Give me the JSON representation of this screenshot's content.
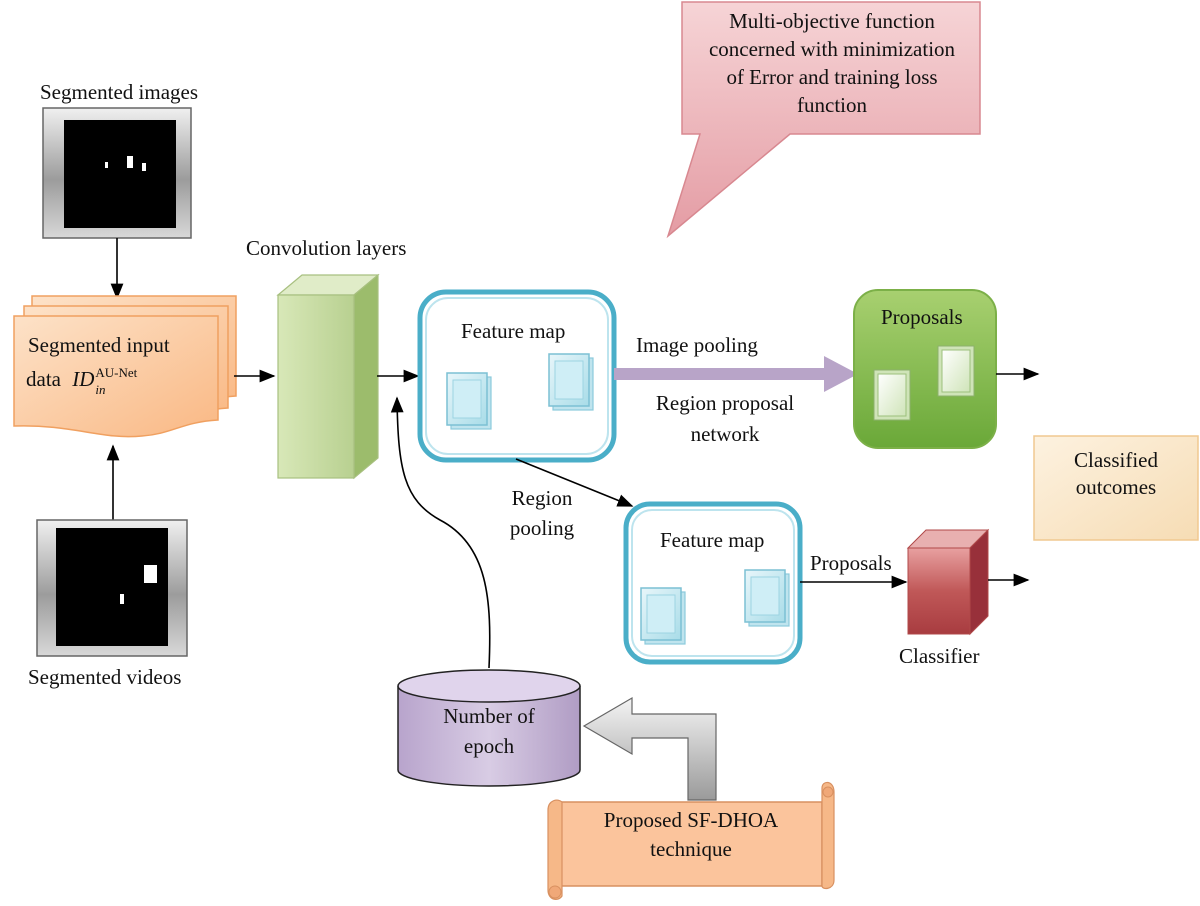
{
  "segmented_images_label": "Segmented images",
  "segmented_videos_label": "Segmented videos",
  "input_data": {
    "line1": "Segmented input",
    "line2_prefix": "data",
    "symbol": "ID",
    "subscript": "in",
    "superscript": "AU-Net"
  },
  "convolution_label": "Convolution layers",
  "feature_map_top": "Feature map",
  "feature_map_bottom": "Feature map",
  "image_pooling_label": "Image pooling",
  "rpn_label_line1": "Region proposal",
  "rpn_label_line2": "network",
  "region_pooling_line1": "Region",
  "region_pooling_line2": "pooling",
  "proposals_box_label": "Proposals",
  "proposals_arrow_label": "Proposals",
  "classifier_label": "Classifier",
  "classified_line1": "Classified",
  "classified_line2": "outcomes",
  "callout": {
    "line1": "Multi-objective function",
    "line2": "concerned with minimization",
    "line3": "of Error and training loss",
    "line4": "function"
  },
  "epoch_line1": "Number of",
  "epoch_line2": "epoch",
  "sfdhoa_line1": "Proposed SF-DHOA",
  "sfdhoa_line2": "technique",
  "colors": {
    "input_orange": "#fbc89c",
    "conv_green": "#c8dca0",
    "feature_blue": "#4aaec8",
    "proposals_green": "#8cc04c",
    "classifier_red": "#c0484c",
    "callout_pink": "#e8a0a8",
    "epoch_purple": "#c8b4d8",
    "scroll_orange": "#fbc49c",
    "classified_cream": "#fbe8c8",
    "pool_arrow_purple": "#b8a4c8"
  }
}
